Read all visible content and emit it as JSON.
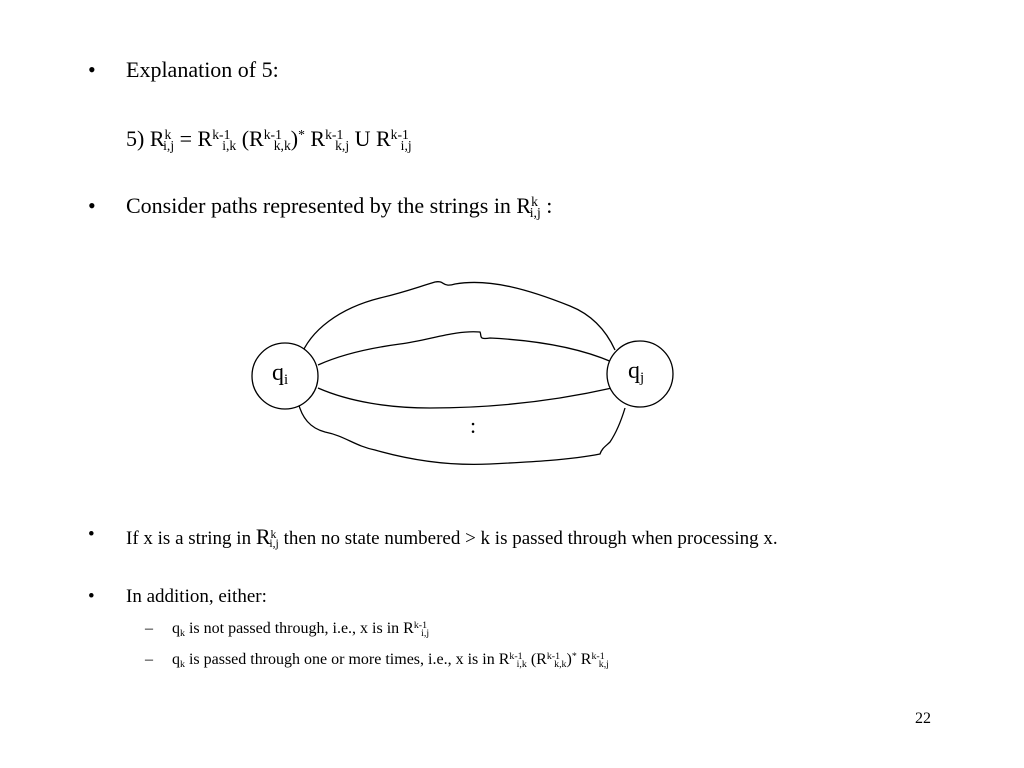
{
  "bullets": {
    "b1_text": "Explanation of 5:",
    "b2_text": "Consider paths represented by the strings in R",
    "b3_text_before": "If x is a string in ",
    "b3_text_after": " then no state numbered > k is passed through when processing x.",
    "b4_text": "In addition, either:"
  },
  "formula": {
    "prefix": "5) R",
    "k": "k",
    "k1": "k-1",
    "ij": "i,j",
    "ik": "i,k",
    "kk": "k,k",
    "kj": "k,j",
    "star": "*",
    "eq": " = R",
    "open": " (R",
    "close": ")",
    "r": " R",
    "union": " U R",
    "colon": " :"
  },
  "subbullets": {
    "dash": "–",
    "s1_q": "q",
    "s1_k": "k",
    "s1_text": " is not passed through, i.e., x is in R",
    "s2_q": "q",
    "s2_k": "k",
    "s2_text": " is passed through one or more times, i.e., x is in R"
  },
  "diagram": {
    "node_i_q": "q",
    "node_i_sub": "i",
    "node_j_q": "q",
    "node_j_sub": "j",
    "ellipsis": ":"
  },
  "page_number": "22"
}
